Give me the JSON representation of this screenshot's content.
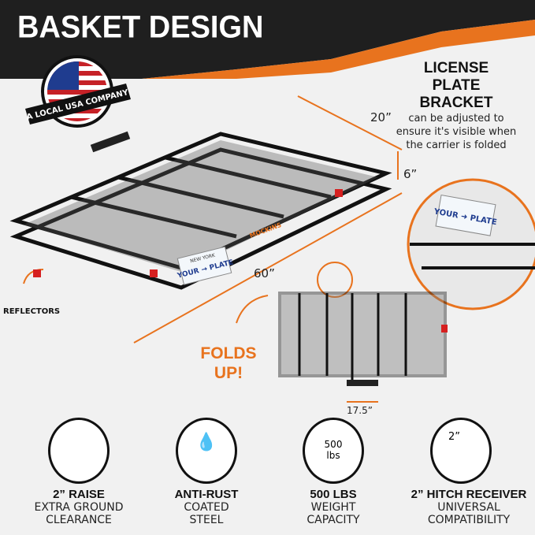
{
  "title": "BASKET DESIGN",
  "badge": {
    "text": "A LOCAL USA COMPANY"
  },
  "bracket": {
    "heading_lines": [
      "LICENSE",
      "PLATE",
      "BRACKET"
    ],
    "description": "can be adjusted to ensure it's visible when the carrier is folded"
  },
  "dimensions": {
    "width": "20”",
    "height": "6”",
    "length": "60”",
    "folded": "17.5”"
  },
  "labels": {
    "reflectors": "REFLECTORS",
    "folds_up": "FOLDS UP!"
  },
  "plate": {
    "state": "NEW YORK",
    "text": "YOUR → PLATE"
  },
  "brand": "MOCKINS",
  "features": [
    {
      "icon": "ground-clearance-icon",
      "title": "2” RAISE",
      "lines": [
        "EXTRA GROUND",
        "CLEARANCE"
      ]
    },
    {
      "icon": "water-drops-icon",
      "title": "ANTI-RUST",
      "lines": [
        "COATED",
        "STEEL"
      ]
    },
    {
      "icon": "weight-icon",
      "title": "500 LBS",
      "lines": [
        "WEIGHT",
        "CAPACITY"
      ],
      "icon_text": [
        "500",
        "lbs"
      ]
    },
    {
      "icon": "hitch-receiver-icon",
      "title": "2” HITCH RECEIVER",
      "lines": [
        "UNIVERSAL",
        "COMPATIBILITY"
      ],
      "icon_text": [
        "2”"
      ]
    }
  ],
  "colors": {
    "accent": "#e8731e",
    "dark": "#1e1e1e"
  }
}
